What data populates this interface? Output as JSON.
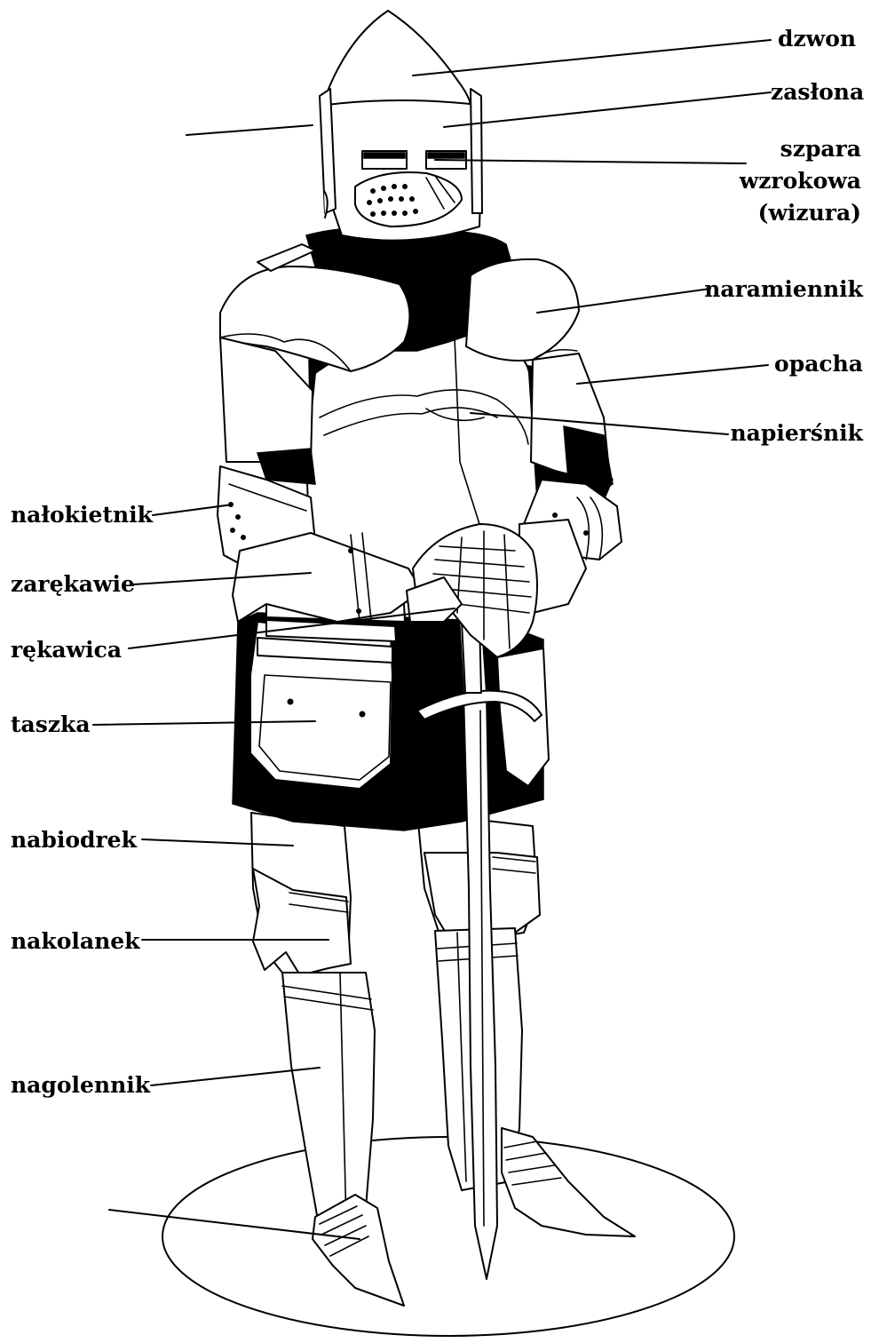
{
  "labels": {
    "dzwon": "dzwon",
    "zaslona": "zasłona",
    "szpara_line1": "szpara",
    "szpara_line2": "wzrokowa",
    "szpara_line3": "(wizura)",
    "naramiennik": "naramiennik",
    "opacha": "opacha",
    "napiersnik": "napierśnik",
    "nalokietnik": "nałokietnik",
    "zarekawie": "zarękawie",
    "rekawica": "rękawica",
    "taszka": "taszka",
    "nabiodrek": "nabiodrek",
    "nakolanek": "nakolanek",
    "nagolennik": "nagolennik"
  },
  "colors": {
    "ink": "#000000",
    "paper": "#ffffff"
  }
}
